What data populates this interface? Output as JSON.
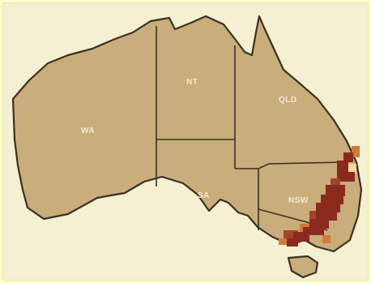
{
  "map": {
    "region": "Australia",
    "states": [
      {
        "code": "WA",
        "label": "WA"
      },
      {
        "code": "NT",
        "label": "NT"
      },
      {
        "code": "QLD",
        "label": "QLD"
      },
      {
        "code": "SA",
        "label": "SA"
      },
      {
        "code": "NSW",
        "label": "NSW"
      }
    ],
    "distribution": {
      "regions_shaded": [
        "eastern QLD",
        "eastern NSW",
        "eastern VIC"
      ],
      "colors": {
        "land": "#c9ad7a",
        "range_dark": "#8a2a1e",
        "range_mid": "#a8412c",
        "range_edge": "#cf7a3e",
        "background": "#ffffcc"
      }
    }
  }
}
